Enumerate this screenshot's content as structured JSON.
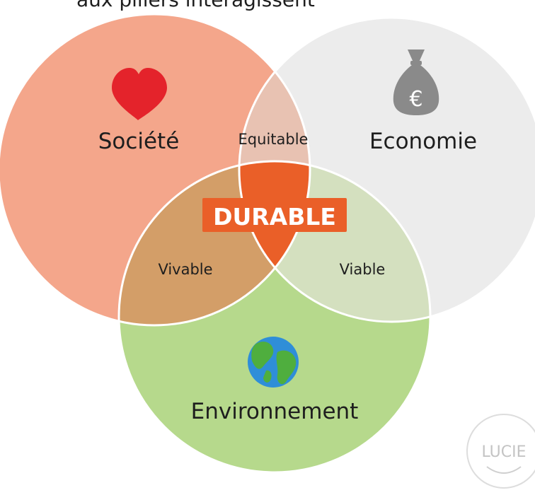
{
  "header_text": "aux piliers interagissent",
  "circles": {
    "societe": {
      "label": "Société",
      "color": "#f4a68b",
      "icon": "heart-icon"
    },
    "economie": {
      "label": "Economie",
      "color": "#ececec",
      "icon": "money-bag-icon"
    },
    "environnement": {
      "label": "Environnement",
      "color": "#b6d98c",
      "icon": "earth-globe-icon"
    }
  },
  "overlaps": {
    "equitable": {
      "label": "Equitable",
      "color": "#e8c2b2"
    },
    "vivable": {
      "label": "Vivable",
      "color": "#d39e68"
    },
    "viable": {
      "label": "Viable",
      "color": "#d4e0bf"
    },
    "durable": {
      "label": "DURABLE",
      "color": "#ea5f28"
    }
  },
  "money_symbol": "€",
  "watermark": "LUCIE"
}
